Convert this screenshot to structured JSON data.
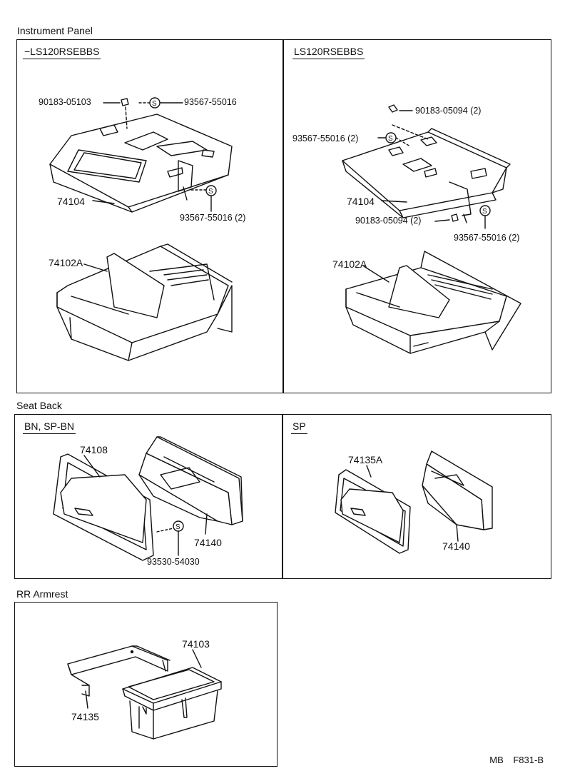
{
  "sections": {
    "instrument_panel": {
      "title": "Instrument Panel",
      "left_variant": "−LS120RSEBBS",
      "right_variant": "LS120RSEBBS",
      "left_labels": {
        "nut": "90183-05103",
        "screw_top": "93567-55016",
        "lid": "74104",
        "screw_bottom": "93567-55016 (2)",
        "box": "74102A"
      },
      "right_labels": {
        "nut_top": "90183-05094 (2)",
        "screw_top": "93567-55016 (2)",
        "lid": "74104",
        "nut_bottom": "90183-05094 (2)",
        "screw_bottom": "93567-55016 (2)",
        "box": "74102A"
      }
    },
    "seat_back": {
      "title": "Seat Back",
      "left_variant": "BN, SP-BN",
      "right_variant": "SP",
      "left_labels": {
        "cover": "74108",
        "inner": "74140",
        "screw": "93530-54030"
      },
      "right_labels": {
        "cover": "74135A",
        "inner": "74140"
      }
    },
    "rr_armrest": {
      "title": "RR Armrest",
      "labels": {
        "box": "74103",
        "bracket": "74135"
      }
    }
  },
  "footer": {
    "code1": "MB",
    "code2": "F831-B"
  },
  "symbols": {
    "screw_mark": "S"
  }
}
